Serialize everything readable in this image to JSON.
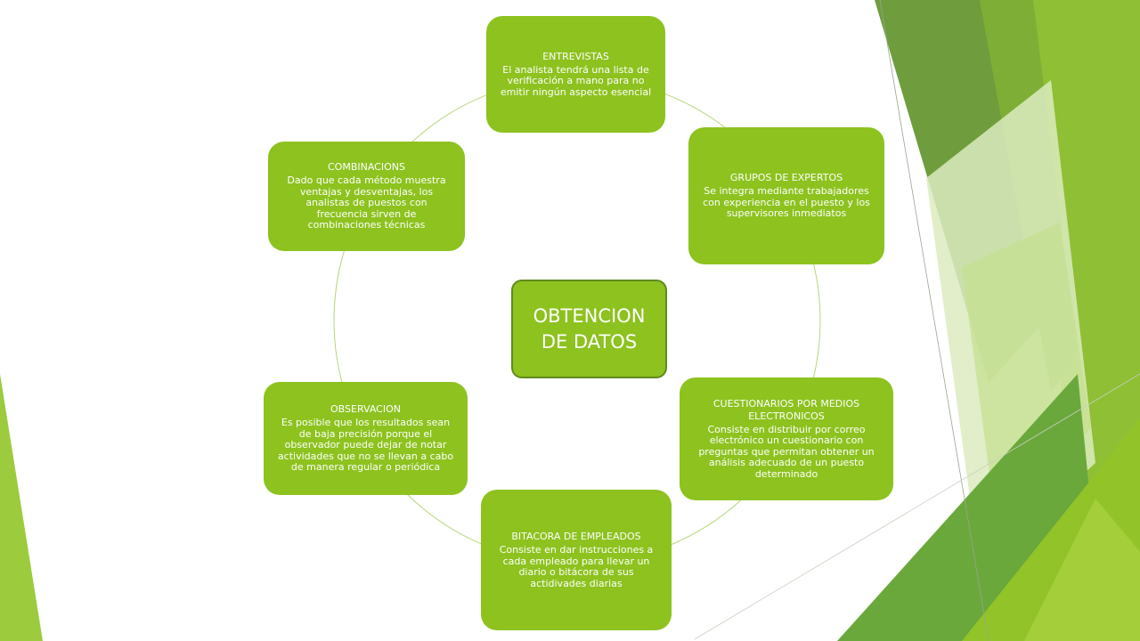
{
  "center": {
    "label": "OBTENCION DE DATOS"
  },
  "nodes": {
    "entrevistas": {
      "title": "ENTREVISTAS",
      "text": "El analista tendrá una lista de verificación a mano para no emitir ningún aspecto esencial"
    },
    "grupos": {
      "title": "GRUPOS DE EXPERTOS",
      "text": "Se integra mediante trabajadores con experiencia en el puesto y los supervisores inmediatos"
    },
    "cuestionarios": {
      "title": "CUESTIONARIOS POR MEDIOS ELECTRONICOS",
      "text": "Consiste en distribuir por correo electrónico un cuestionario con preguntas que permitan obtener un análisis adecuado de un puesto determinado"
    },
    "bitacora": {
      "title": "BITACORA DE EMPLEADOS",
      "text": "Consiste en dar instrucciones a cada empleado para llevar un diario o bitácora de sus actidivades diarias"
    },
    "observacion": {
      "title": "OBSERVACION",
      "text": "Es posible que los resultados sean de baja precisión porque el observador puede dejar de notar actividades que no se llevan a cabo de manera regular o periódica"
    },
    "combinaciones": {
      "title": "COMBINACIONS",
      "text": "Dado que cada método muestra ventajas y desventajas, los analistas de puestos con frecuencia sirven de combinaciones técnicas"
    }
  },
  "colors": {
    "node_fill": "#8dc21f",
    "center_border": "#5f8a1c",
    "ring": "#b5d77a",
    "text": "#ffffff"
  }
}
